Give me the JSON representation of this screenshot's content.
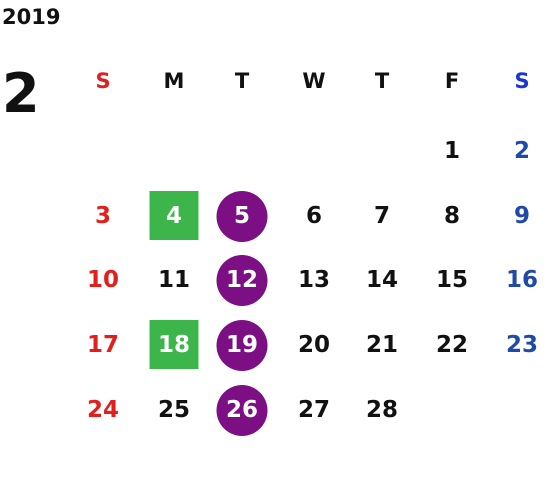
{
  "year": "2019",
  "month": "2",
  "weekdays": [
    "S",
    "M",
    "T",
    "W",
    "T",
    "F",
    "S"
  ],
  "colors": {
    "sunday": "#e0201c",
    "saturday": "#1f4aa8",
    "saturday_header": "#1a35d0",
    "weekday": "#111111",
    "highlight_text": "#ffffff",
    "green_highlight": "#3cb54a",
    "purple_highlight": "#7b0f83"
  },
  "weeks": [
    [
      null,
      null,
      null,
      null,
      null,
      "1",
      "2"
    ],
    [
      "3",
      "4",
      "5",
      "6",
      "7",
      "8",
      "9"
    ],
    [
      "10",
      "11",
      "12",
      "13",
      "14",
      "15",
      "16"
    ],
    [
      "17",
      "18",
      "19",
      "20",
      "21",
      "22",
      "23"
    ],
    [
      "24",
      "25",
      "26",
      "27",
      "28",
      null,
      null
    ]
  ],
  "highlights": {
    "green_square": [
      "4",
      "18"
    ],
    "purple_circle": [
      "5",
      "12",
      "19",
      "26"
    ]
  }
}
